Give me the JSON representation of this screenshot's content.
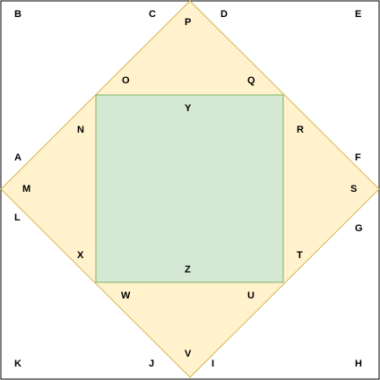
{
  "colors": {
    "background": "#ffffff",
    "outer_border": "#000000",
    "diamond_fill": "#fff2cc",
    "diamond_stroke": "#d6b656",
    "square_fill": "#d5e8d4",
    "square_stroke": "#82b366",
    "label": "#000000"
  },
  "labels": {
    "A": "A",
    "B": "B",
    "C": "C",
    "D": "D",
    "E": "E",
    "F": "F",
    "G": "G",
    "H": "H",
    "I": "I",
    "J": "J",
    "K": "K",
    "L": "L",
    "M": "M",
    "N": "N",
    "O": "O",
    "P": "P",
    "Q": "Q",
    "R": "R",
    "S": "S",
    "T": "T",
    "U": "U",
    "V": "V",
    "W": "W",
    "X": "X",
    "Y": "Y",
    "Z": "Z"
  }
}
